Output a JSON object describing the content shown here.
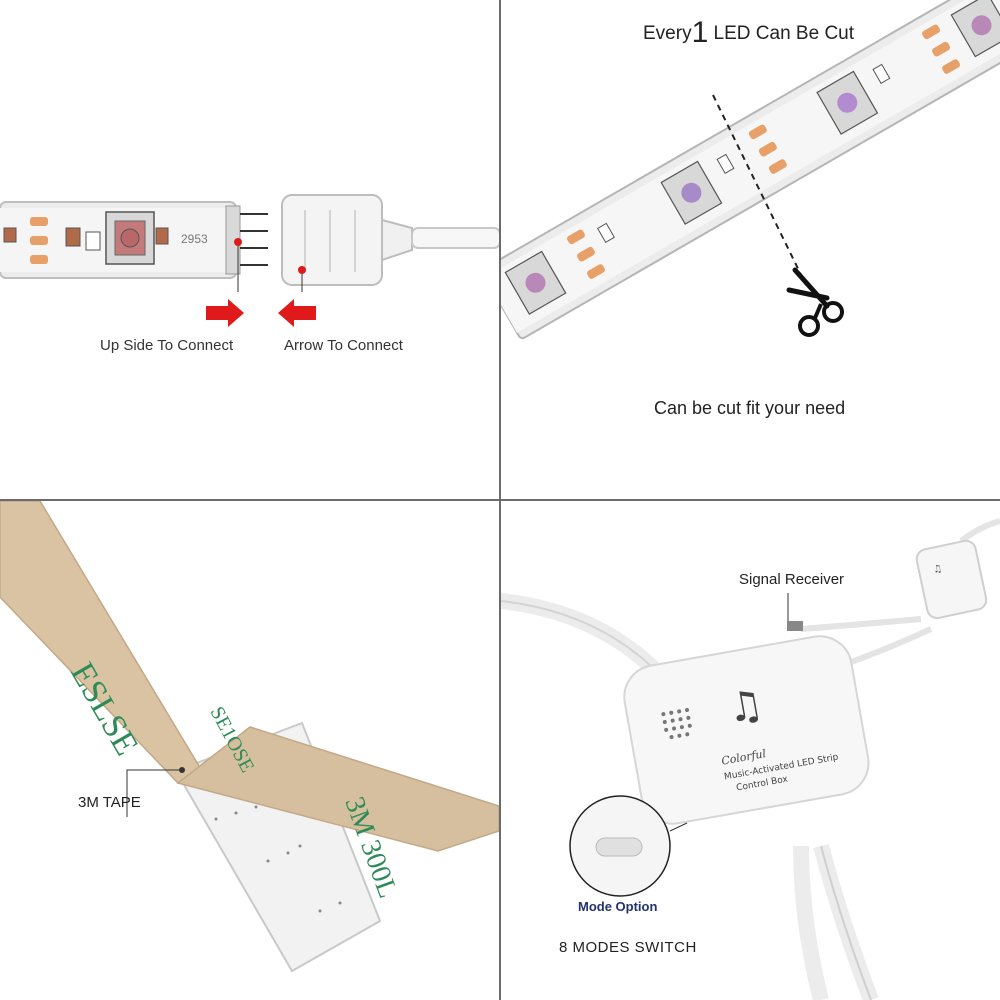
{
  "panels": {
    "connect": {
      "up_side_label": "Up Side To Connect",
      "arrow_label": "Arrow To Connect"
    },
    "cut": {
      "title_prefix": "Every",
      "title_number": "1",
      "title_suffix": "LED Can Be Cut",
      "caption": "Can be cut fit your need"
    },
    "tape": {
      "label": "3M TAPE"
    },
    "controller": {
      "signal_label": "Signal Receiver",
      "mode_label": "Mode Option",
      "switch_label": "8 MODES SWITCH"
    }
  },
  "colors": {
    "arrow_red": "#e01a1a",
    "tape_tan": "#d9c3a3",
    "tape_print_green": "#2e8b57",
    "mode_label_blue": "#23336e",
    "divider_gray": "#6b6b6b"
  }
}
